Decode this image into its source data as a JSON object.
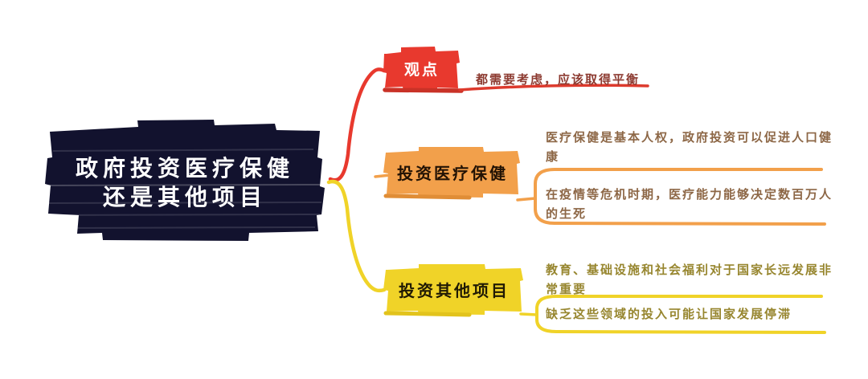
{
  "root": {
    "label": "政府投资医疗保健\n还是其他项目"
  },
  "branches": [
    {
      "label": "观点",
      "children": [
        {
          "text": "都需要考虑，应该取得平衡"
        }
      ]
    },
    {
      "label": "投资医疗保健",
      "children": [
        {
          "text": "医疗保健是基本人权，政府投资可以促进人口健康"
        },
        {
          "text": "在疫情等危机时期，医疗能力能够决定数百万人的生死"
        }
      ]
    },
    {
      "label": "投资其他项目",
      "children": [
        {
          "text": "教育、基础设施和社会福利对于国家长远发展非常重要"
        },
        {
          "text": "缺乏这些领域的投入可能让国家发展停滞"
        }
      ]
    }
  ],
  "colors": {
    "root_bg": "#12122E",
    "root_text": "#FFFFFF",
    "viewpoint_red": "#E8392E",
    "viewpoint_underline": "#C93227",
    "viewpoint_child_text": "#8C3A30",
    "healthcare_orange": "#F2A04B",
    "healthcare_underline": "#E08D36",
    "healthcare_child_text": "#8D6746",
    "other_yellow": "#F0D328",
    "other_underline": "#E2C31C",
    "other_child_text": "#97862F"
  }
}
